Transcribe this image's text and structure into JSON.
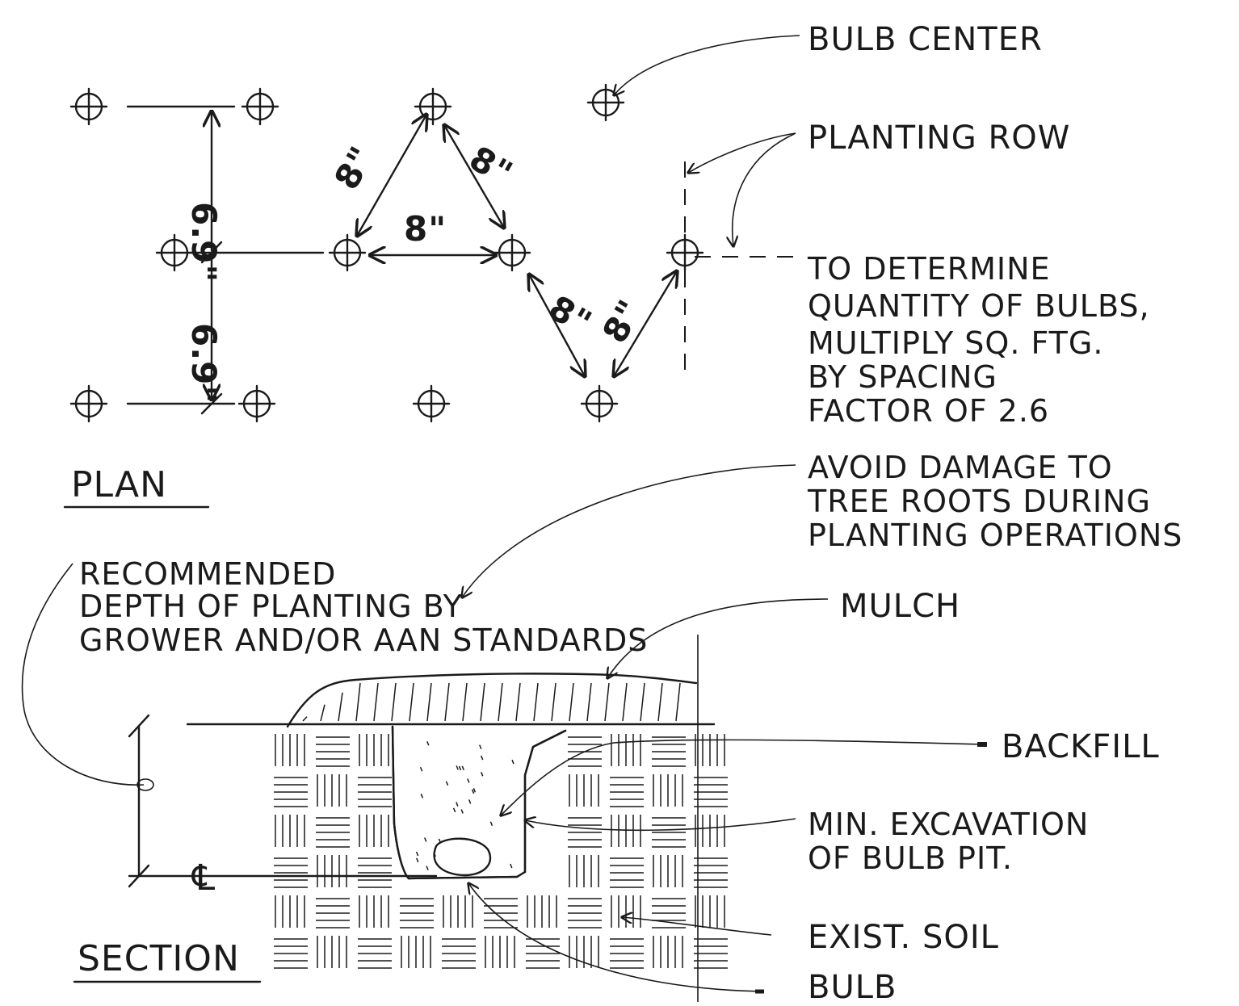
{
  "plan": {
    "title": "PLAN",
    "spacing_8": "8\"",
    "spacing_69": "6.9\""
  },
  "section": {
    "title": "SECTION",
    "centerline_symbol": "℄"
  },
  "callouts": {
    "bulb_center": "BULB CENTER",
    "planting_row": "PLANTING ROW",
    "quantity_note": [
      "TO DETERMINE",
      "QUANTITY OF BULBS,",
      "MULTIPLY SQ. FTG.",
      "BY SPACING",
      "FACTOR OF 2.6"
    ],
    "avoid_damage": [
      "AVOID DAMAGE TO",
      "TREE ROOTS DURING",
      "PLANTING OPERATIONS"
    ],
    "recommended_depth": [
      "RECOMMENDED",
      "DEPTH OF PLANTING BY",
      "GROWER AND/OR AAN STANDARDS"
    ],
    "mulch": "MULCH",
    "backfill": "BACKFILL",
    "min_excavation": [
      "MIN. EXCAVATION",
      "OF BULB PIT."
    ],
    "exist_soil": "EXIST. SOIL",
    "bulb": "BULB"
  }
}
